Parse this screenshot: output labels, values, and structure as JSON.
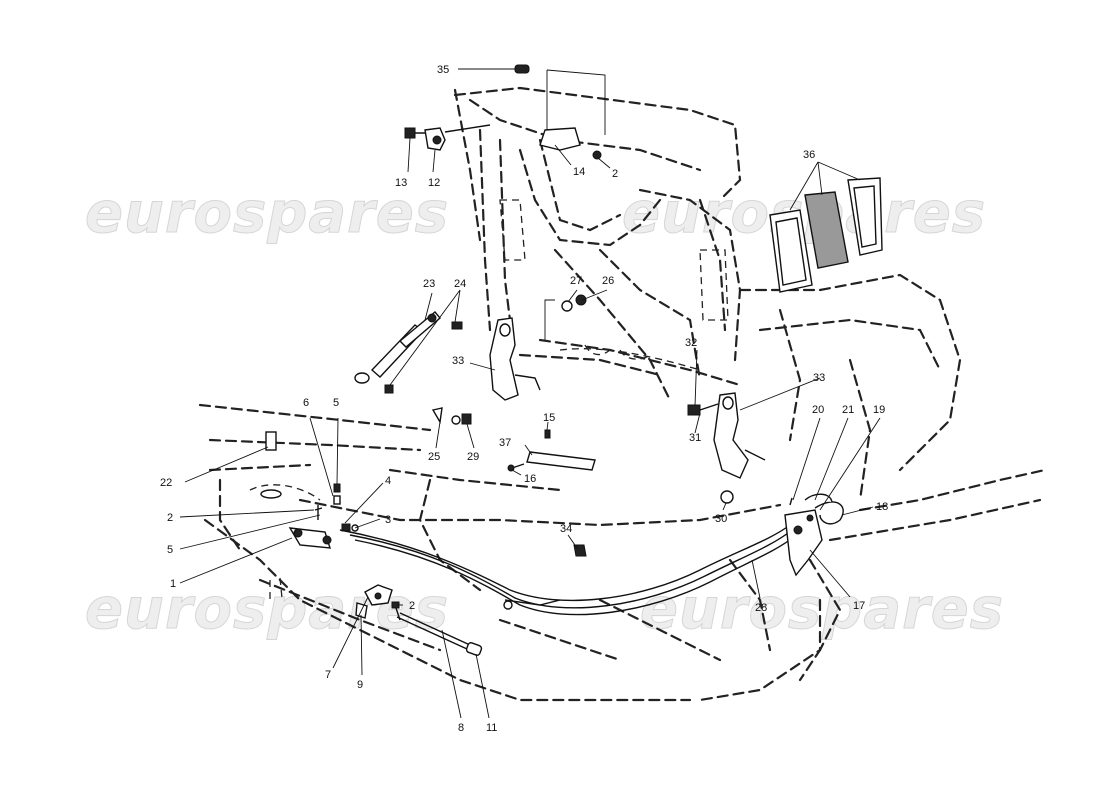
{
  "watermark": {
    "text": "eurospares",
    "color": "#d8d8d8"
  },
  "diagram": {
    "callouts": [
      "35",
      "13",
      "12",
      "14",
      "2",
      "36",
      "23",
      "24",
      "27",
      "26",
      "33",
      "32",
      "33",
      "6",
      "5",
      "15",
      "37",
      "31",
      "20",
      "21",
      "19",
      "22",
      "16",
      "25",
      "29",
      "30",
      "18",
      "4",
      "2",
      "3",
      "5",
      "1",
      "34",
      "28",
      "17",
      "7",
      "2",
      "9",
      "8",
      "11"
    ]
  }
}
